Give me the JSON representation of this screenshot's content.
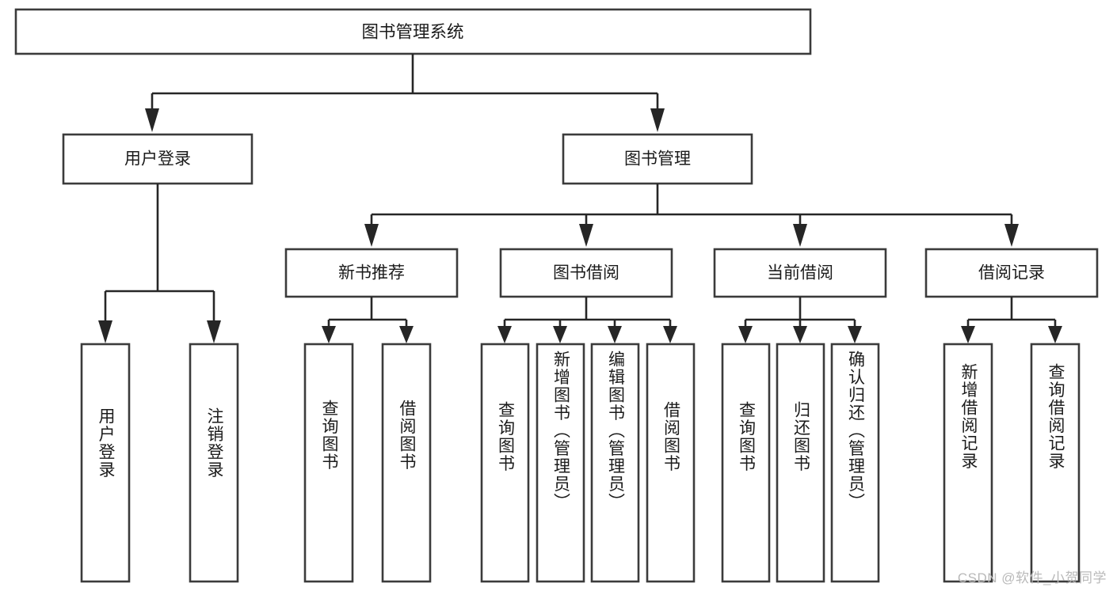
{
  "diagram": {
    "type": "tree-hierarchy-chart",
    "title": "图书管理系统",
    "watermark": "CSDN @软件_小贺同学",
    "colors": {
      "background": "#ffffff",
      "box_stroke": "#3b3b3b",
      "connector": "#262626",
      "text": "#1b1b1b",
      "watermark": "#b9b9b9"
    },
    "root": {
      "label": "图书管理系统"
    },
    "level2": [
      {
        "label": "用户登录"
      },
      {
        "label": "图书管理"
      }
    ],
    "level3": [
      {
        "label": "新书推荐"
      },
      {
        "label": "图书借阅"
      },
      {
        "label": "当前借阅"
      },
      {
        "label": "借阅记录"
      }
    ],
    "leaves": {
      "user_login": [
        {
          "label": "用户登录"
        },
        {
          "label": "注销登录"
        }
      ],
      "new_book_recommend": [
        {
          "label": "查询图书"
        },
        {
          "label": "借阅图书"
        }
      ],
      "book_borrow": [
        {
          "label": "查询图书"
        },
        {
          "label": "新增图书（管理员）"
        },
        {
          "label": "编辑图书（管理员）"
        },
        {
          "label": "借阅图书"
        }
      ],
      "current_borrow": [
        {
          "label": "查询图书"
        },
        {
          "label": "归还图书"
        },
        {
          "label": "确认归还（管理员）"
        }
      ],
      "borrow_record": [
        {
          "label": "新增借阅记录"
        },
        {
          "label": "查询借阅记录"
        }
      ]
    }
  }
}
